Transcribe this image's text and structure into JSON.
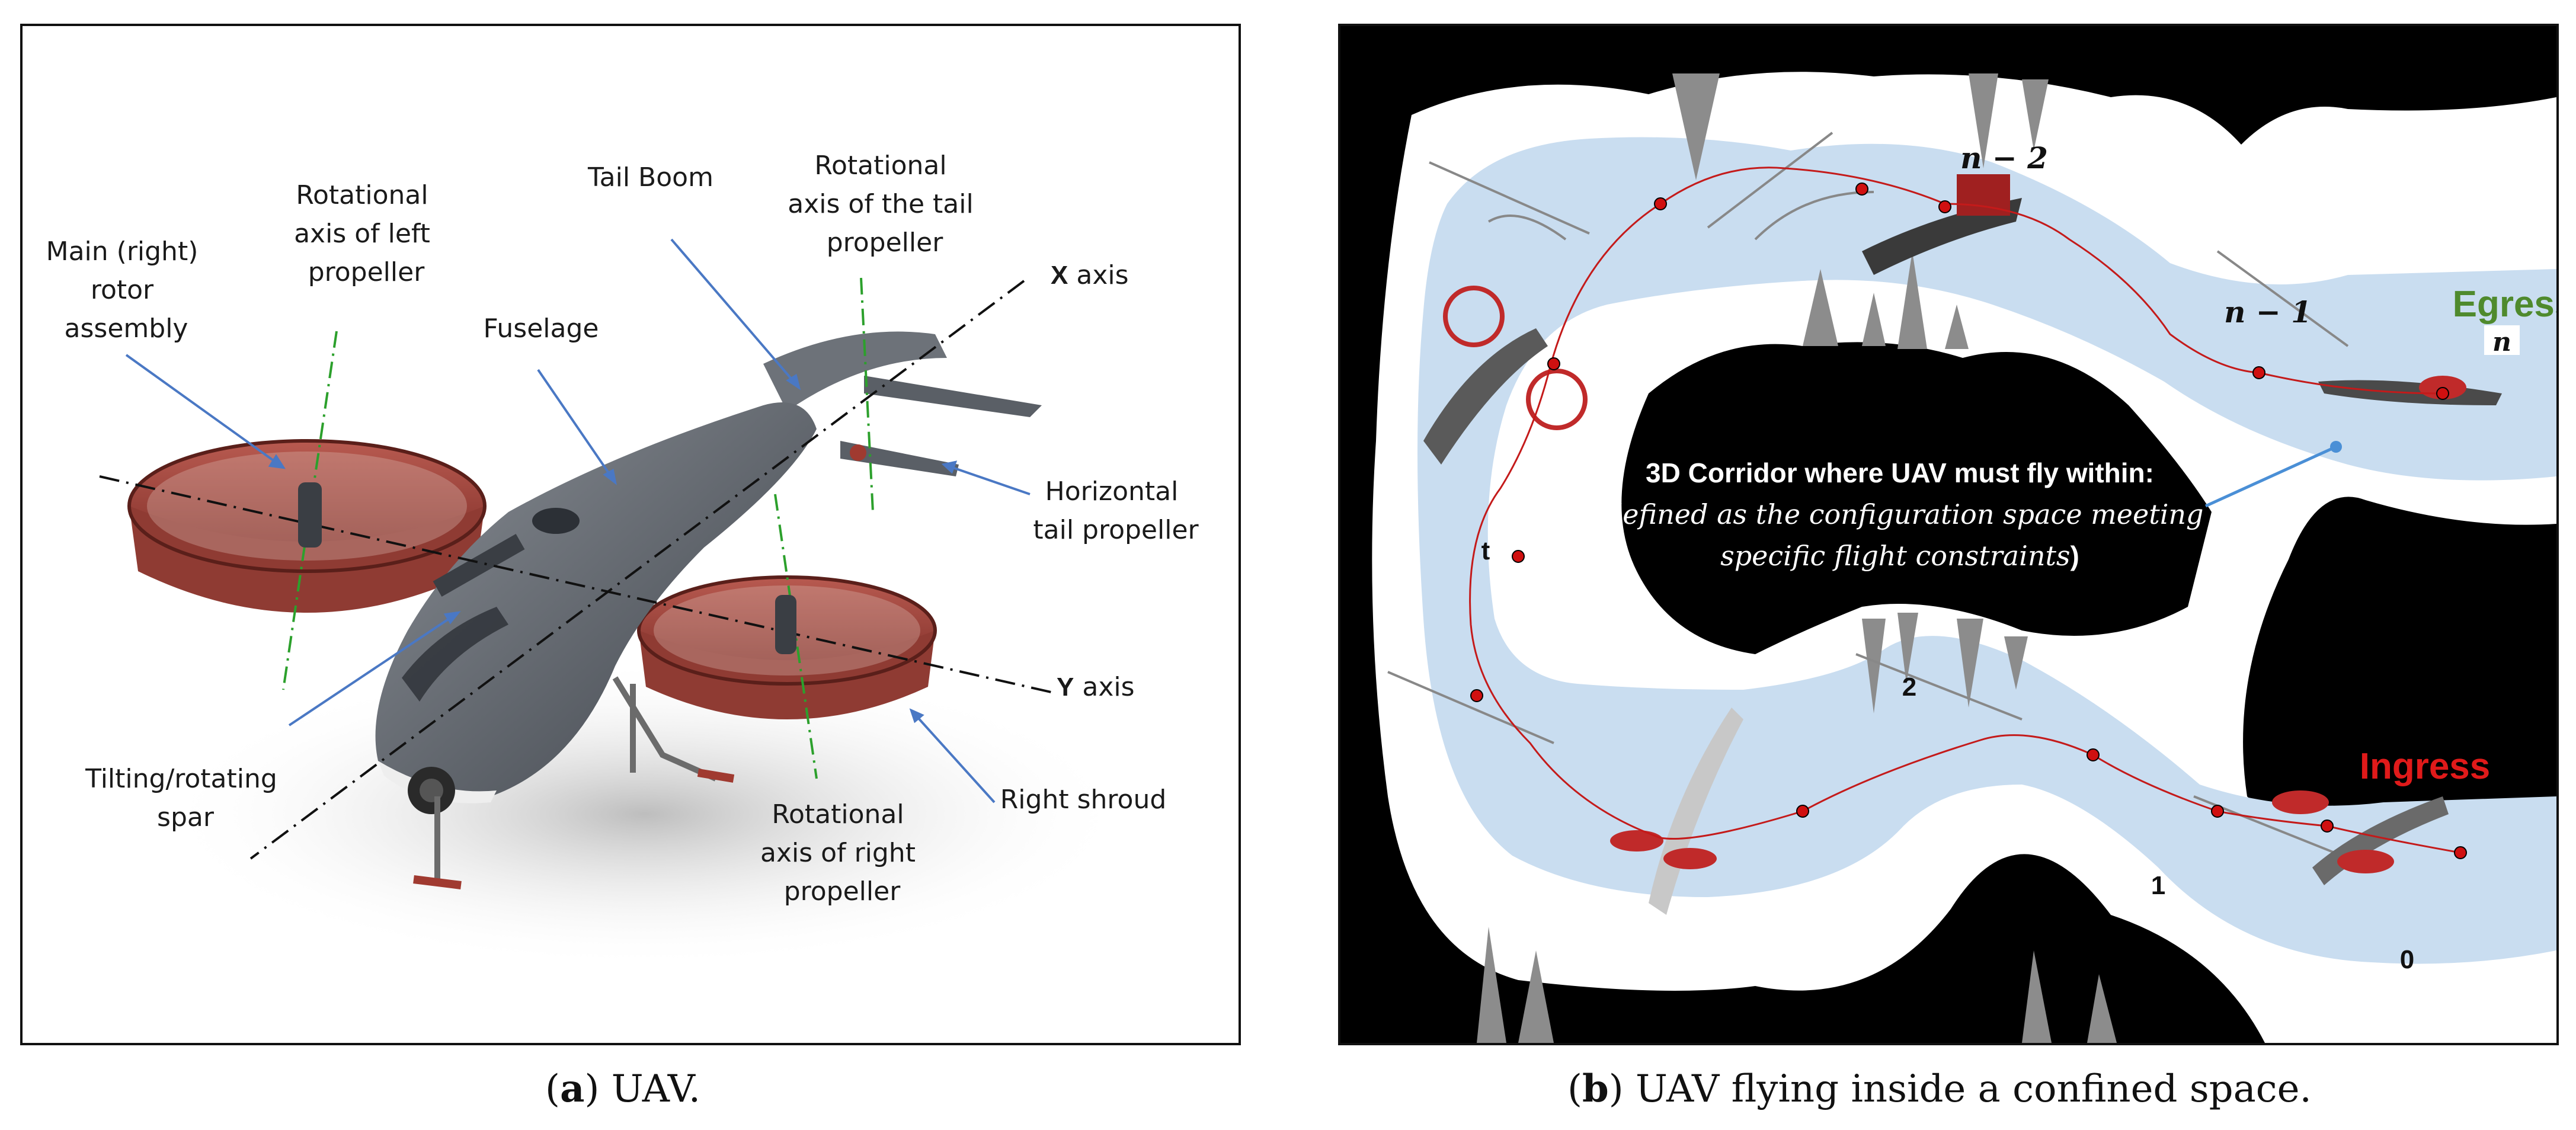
{
  "panel_a": {
    "labels": {
      "main_rotor": [
        "Main (right)",
        "rotor",
        "assembly"
      ],
      "left_prop_axis": [
        "Rotational",
        "axis of left",
        "propeller"
      ],
      "fuselage": "Fuselage",
      "tail_boom": "Tail Boom",
      "tail_prop_axis": [
        "Rotational",
        "axis of the tail",
        "propeller"
      ],
      "x_axis": "X",
      "x_axis_suffix": "axis",
      "horizontal_tail_prop": [
        "Horizontal",
        "tail propeller"
      ],
      "y_axis": "Y",
      "y_axis_suffix": "axis",
      "tilting_spar": [
        "Tilting/rotating",
        "spar"
      ],
      "right_prop_axis": [
        "Rotational",
        "axis of right",
        "propeller"
      ],
      "right_shroud": "Right shroud"
    },
    "caption": {
      "prefix": "(",
      "letter": "a",
      "suffix": ") UAV."
    }
  },
  "panel_b": {
    "labels": {
      "egress": "Egress",
      "ingress": "Ingress",
      "n_minus_2": "n − 2",
      "n_minus_1": "n − 1",
      "n": "n",
      "t": "t",
      "two": "2",
      "one": "1",
      "zero": "0",
      "corridor_line1": "3D Corridor where UAV must fly within:",
      "corridor_line2_open": "(",
      "corridor_line2_italic": "defined as the configuration space meeting",
      "corridor_line3_italic": "specific flight constraints",
      "corridor_line3_close": ")"
    },
    "colors": {
      "egress": "#4f8a2d",
      "ingress": "#e01a1a",
      "corridor": "#c9ddf0",
      "path": "#c41a1a"
    },
    "caption": {
      "prefix": "(",
      "letter": "b",
      "suffix": ") UAV flying inside a confined space."
    }
  }
}
